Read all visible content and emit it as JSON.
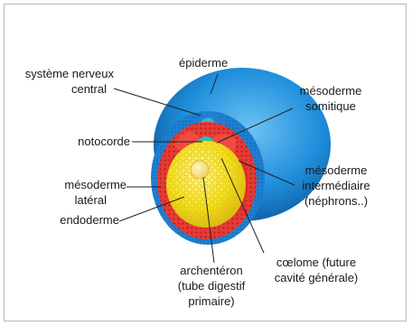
{
  "diagram": {
    "labels": {
      "epiderme": "épiderme",
      "systeme_nerveux_1": "système nerveux",
      "systeme_nerveux_2": "central",
      "mesoderme_somitique_1": "mésoderme",
      "mesoderme_somitique_2": "somitique",
      "notocorde": "notocorde",
      "mesoderme_intermediaire_1": "mésoderme",
      "mesoderme_intermediaire_2": "intermédiaire",
      "mesoderme_intermediaire_3": "(néphrons..)",
      "mesoderme_lateral_1": "mésoderme",
      "mesoderme_lateral_2": "latéral",
      "endoderme": "endoderme",
      "archenteron_1": "archentéron",
      "archenteron_2": "(tube digestif",
      "archenteron_3": "primaire)",
      "coelome_1": "cœlome (future",
      "coelome_2": "cavité générale)"
    },
    "colors": {
      "ectoderm_blue": "#1f8fdc",
      "ectoderm_dark": "#0d5ea8",
      "mesoderm_red": "#e83a35",
      "endoderm_yellow": "#f4e21a",
      "endoderm_dark": "#d8b40e",
      "notochord_teal": "#39b7a6",
      "leader_line": "#222222"
    }
  }
}
